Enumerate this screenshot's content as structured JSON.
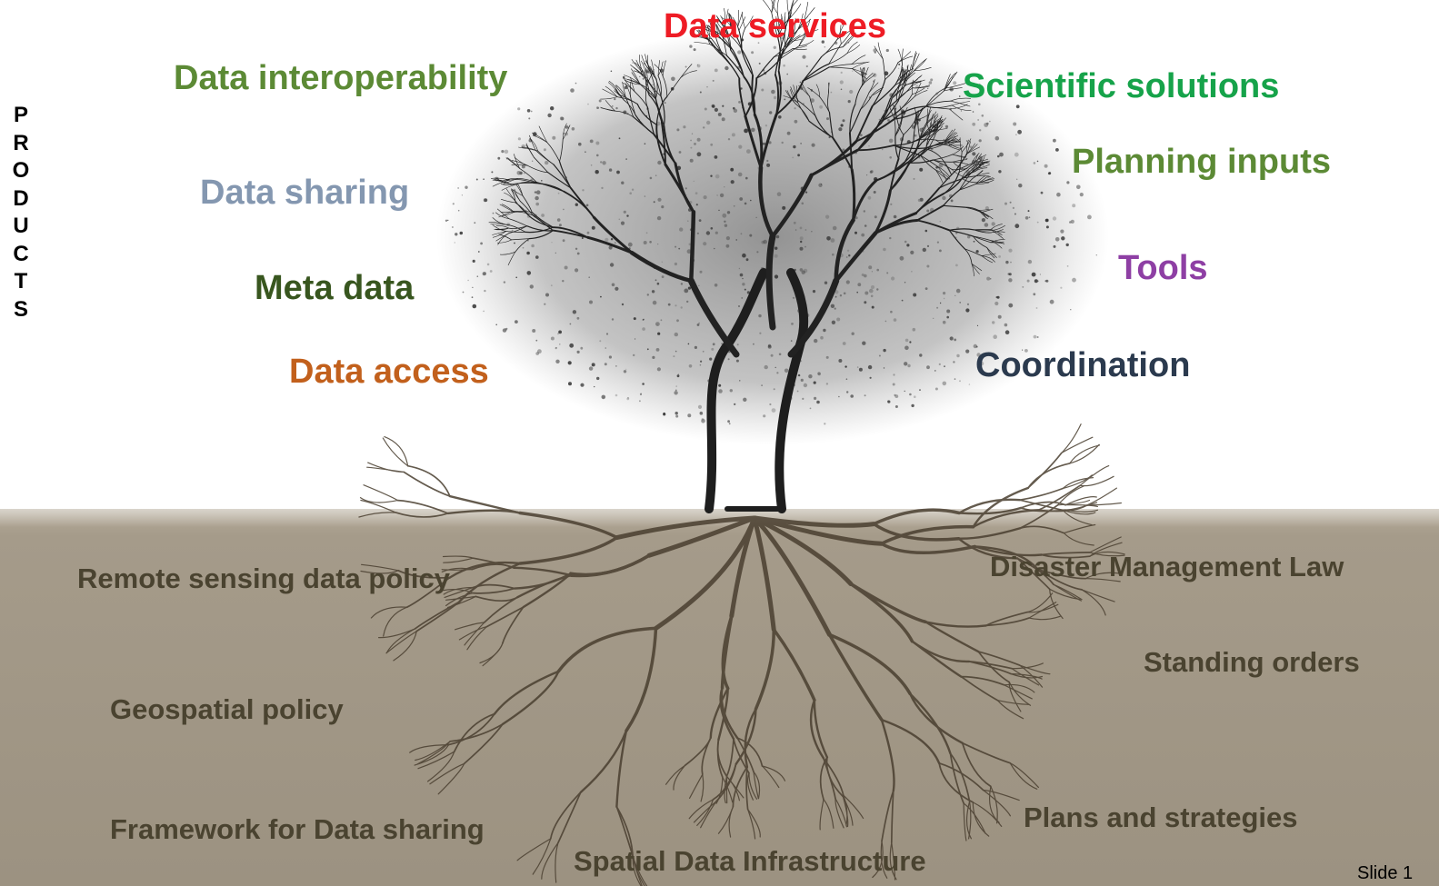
{
  "side_label": "PRODUCTS",
  "products": {
    "data_services": {
      "text": "Data services",
      "color": "#ee1c25"
    },
    "data_interoperability": {
      "text": "Data interoperability",
      "color": "#5c8a35"
    },
    "scientific_solutions": {
      "text": "Scientific solutions",
      "color": "#16a34a"
    },
    "planning_inputs": {
      "text": "Planning inputs",
      "color": "#5c8a35"
    },
    "data_sharing": {
      "text": "Data sharing",
      "color": "#8497b0"
    },
    "tools": {
      "text": "Tools",
      "color": "#8e3fa4"
    },
    "meta_data": {
      "text": "Meta data",
      "color": "#38561f"
    },
    "data_access": {
      "text": "Data access",
      "color": "#c2601c"
    },
    "coordination": {
      "text": "Coordination",
      "color": "#2b3a4e"
    }
  },
  "foundations": {
    "color": "#4a4330",
    "remote_sensing_policy": "Remote sensing data policy",
    "disaster_management_law": "Disaster Management Law",
    "standing_orders": "Standing orders",
    "geospatial_policy": "Geospatial policy",
    "plans_and_strategies": "Plans and strategies",
    "framework_data_sharing": "Framework for Data sharing",
    "spatial_data_infrastructure": "Spatial Data Infrastructure"
  },
  "slide_label": "Slide 1"
}
